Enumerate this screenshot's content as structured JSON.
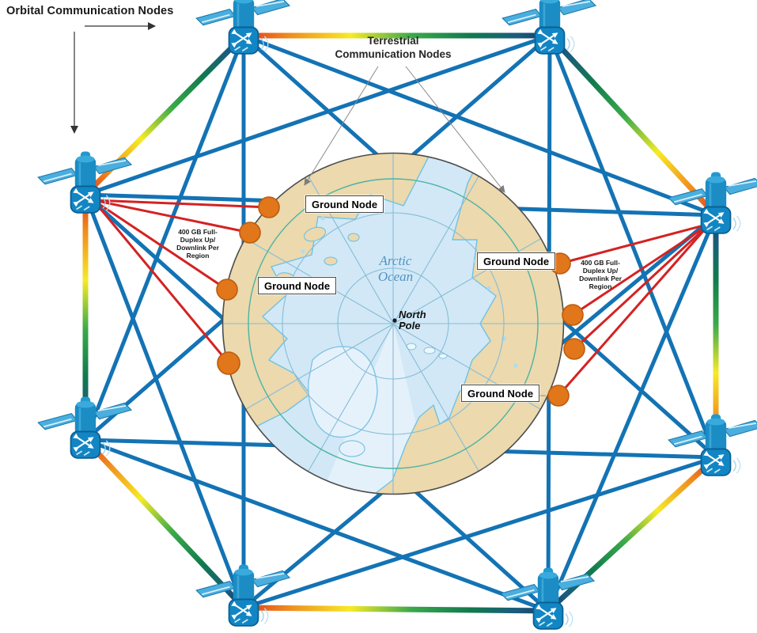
{
  "title": "Orbital Communication Nodes",
  "terrestrial_label": {
    "line1": "Terrestrial",
    "line2": "Communication Nodes"
  },
  "bandwidth_note_left": {
    "line1": "400 GB Full-",
    "line2": "Duplex Up/",
    "line3": "Downlink Per",
    "line4": "Region"
  },
  "bandwidth_note_right": {
    "line1": "400 GB Full-",
    "line2": "Duplex Up/",
    "line3": "Downlink Per",
    "line4": "Region"
  },
  "ground_node_labels": [
    "Ground Node",
    "Ground Node",
    "Ground Node",
    "Ground Node"
  ],
  "map_labels": {
    "ocean_line1": "Arctic",
    "ocean_line2": "Ocean",
    "pole_line1": "North",
    "pole_line2": "Pole"
  },
  "network": {
    "satellite_count": 8,
    "ground_node_count": 8,
    "inter_satellite_link_color": "#1373b4",
    "ground_access_link_color": "#d42222",
    "ground_node_color": "#e2761b",
    "ring_spectrum": [
      "#df391d",
      "#ef8d1e",
      "#f6ea28",
      "#3aa94a",
      "#117a4d",
      "#1b5a7e",
      "#173f63"
    ],
    "map_ocean_color": "#d2e8f6",
    "map_land_color": "#ecd9ad"
  }
}
